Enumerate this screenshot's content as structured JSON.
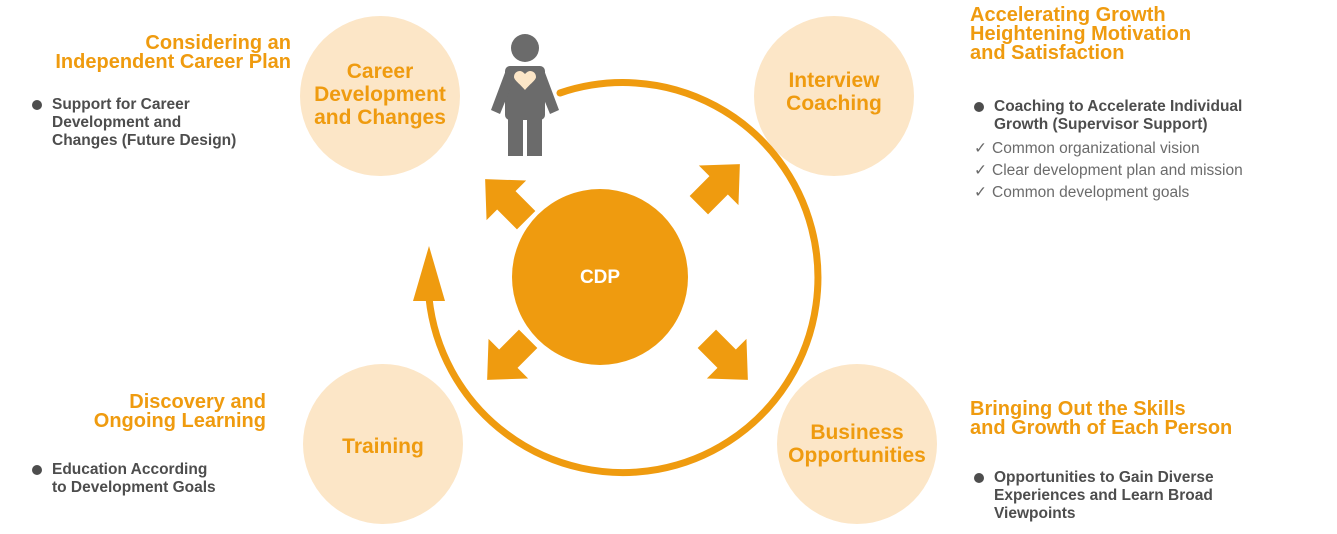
{
  "center": {
    "label": "CDP"
  },
  "circles": {
    "career": [
      "Career",
      "Development",
      "and Changes"
    ],
    "interview": [
      "Interview",
      "Coaching"
    ],
    "training": [
      "Training"
    ],
    "business": [
      "Business",
      "Opportunities"
    ]
  },
  "sections": {
    "top_left": {
      "heading": [
        "Considering an",
        "Independent Career Plan"
      ],
      "bullet": [
        "Support for Career",
        "Development and",
        "Changes (Future Design)"
      ]
    },
    "top_right": {
      "heading": [
        "Accelerating Growth",
        "Heightening Motivation",
        "and Satisfaction"
      ],
      "bullet": [
        "Coaching to Accelerate Individual",
        "Growth (Supervisor Support)"
      ],
      "checks": [
        "Common organizational vision",
        "Clear development plan and mission",
        "Common development goals"
      ]
    },
    "bottom_left": {
      "heading": [
        "Discovery and",
        "Ongoing Learning"
      ],
      "bullet": [
        "Education According",
        "to Development Goals"
      ]
    },
    "bottom_right": {
      "heading": [
        "Bringing Out the Skills",
        "and Growth of Each Person"
      ],
      "bullet": [
        "Opportunities to Gain Diverse",
        "Experiences and Learn Broad",
        "Viewpoints"
      ]
    }
  },
  "colors": {
    "accent": "#ef9b0f",
    "bubble_fill": "#fce6c7",
    "person": "#6b6b6b",
    "text_dark": "#4d4d4d",
    "text_gray": "#6b6b6b"
  },
  "icons": {
    "person": "person-with-heart-icon",
    "check": "check-icon",
    "cycle": "clockwise-cycle-arrow"
  }
}
